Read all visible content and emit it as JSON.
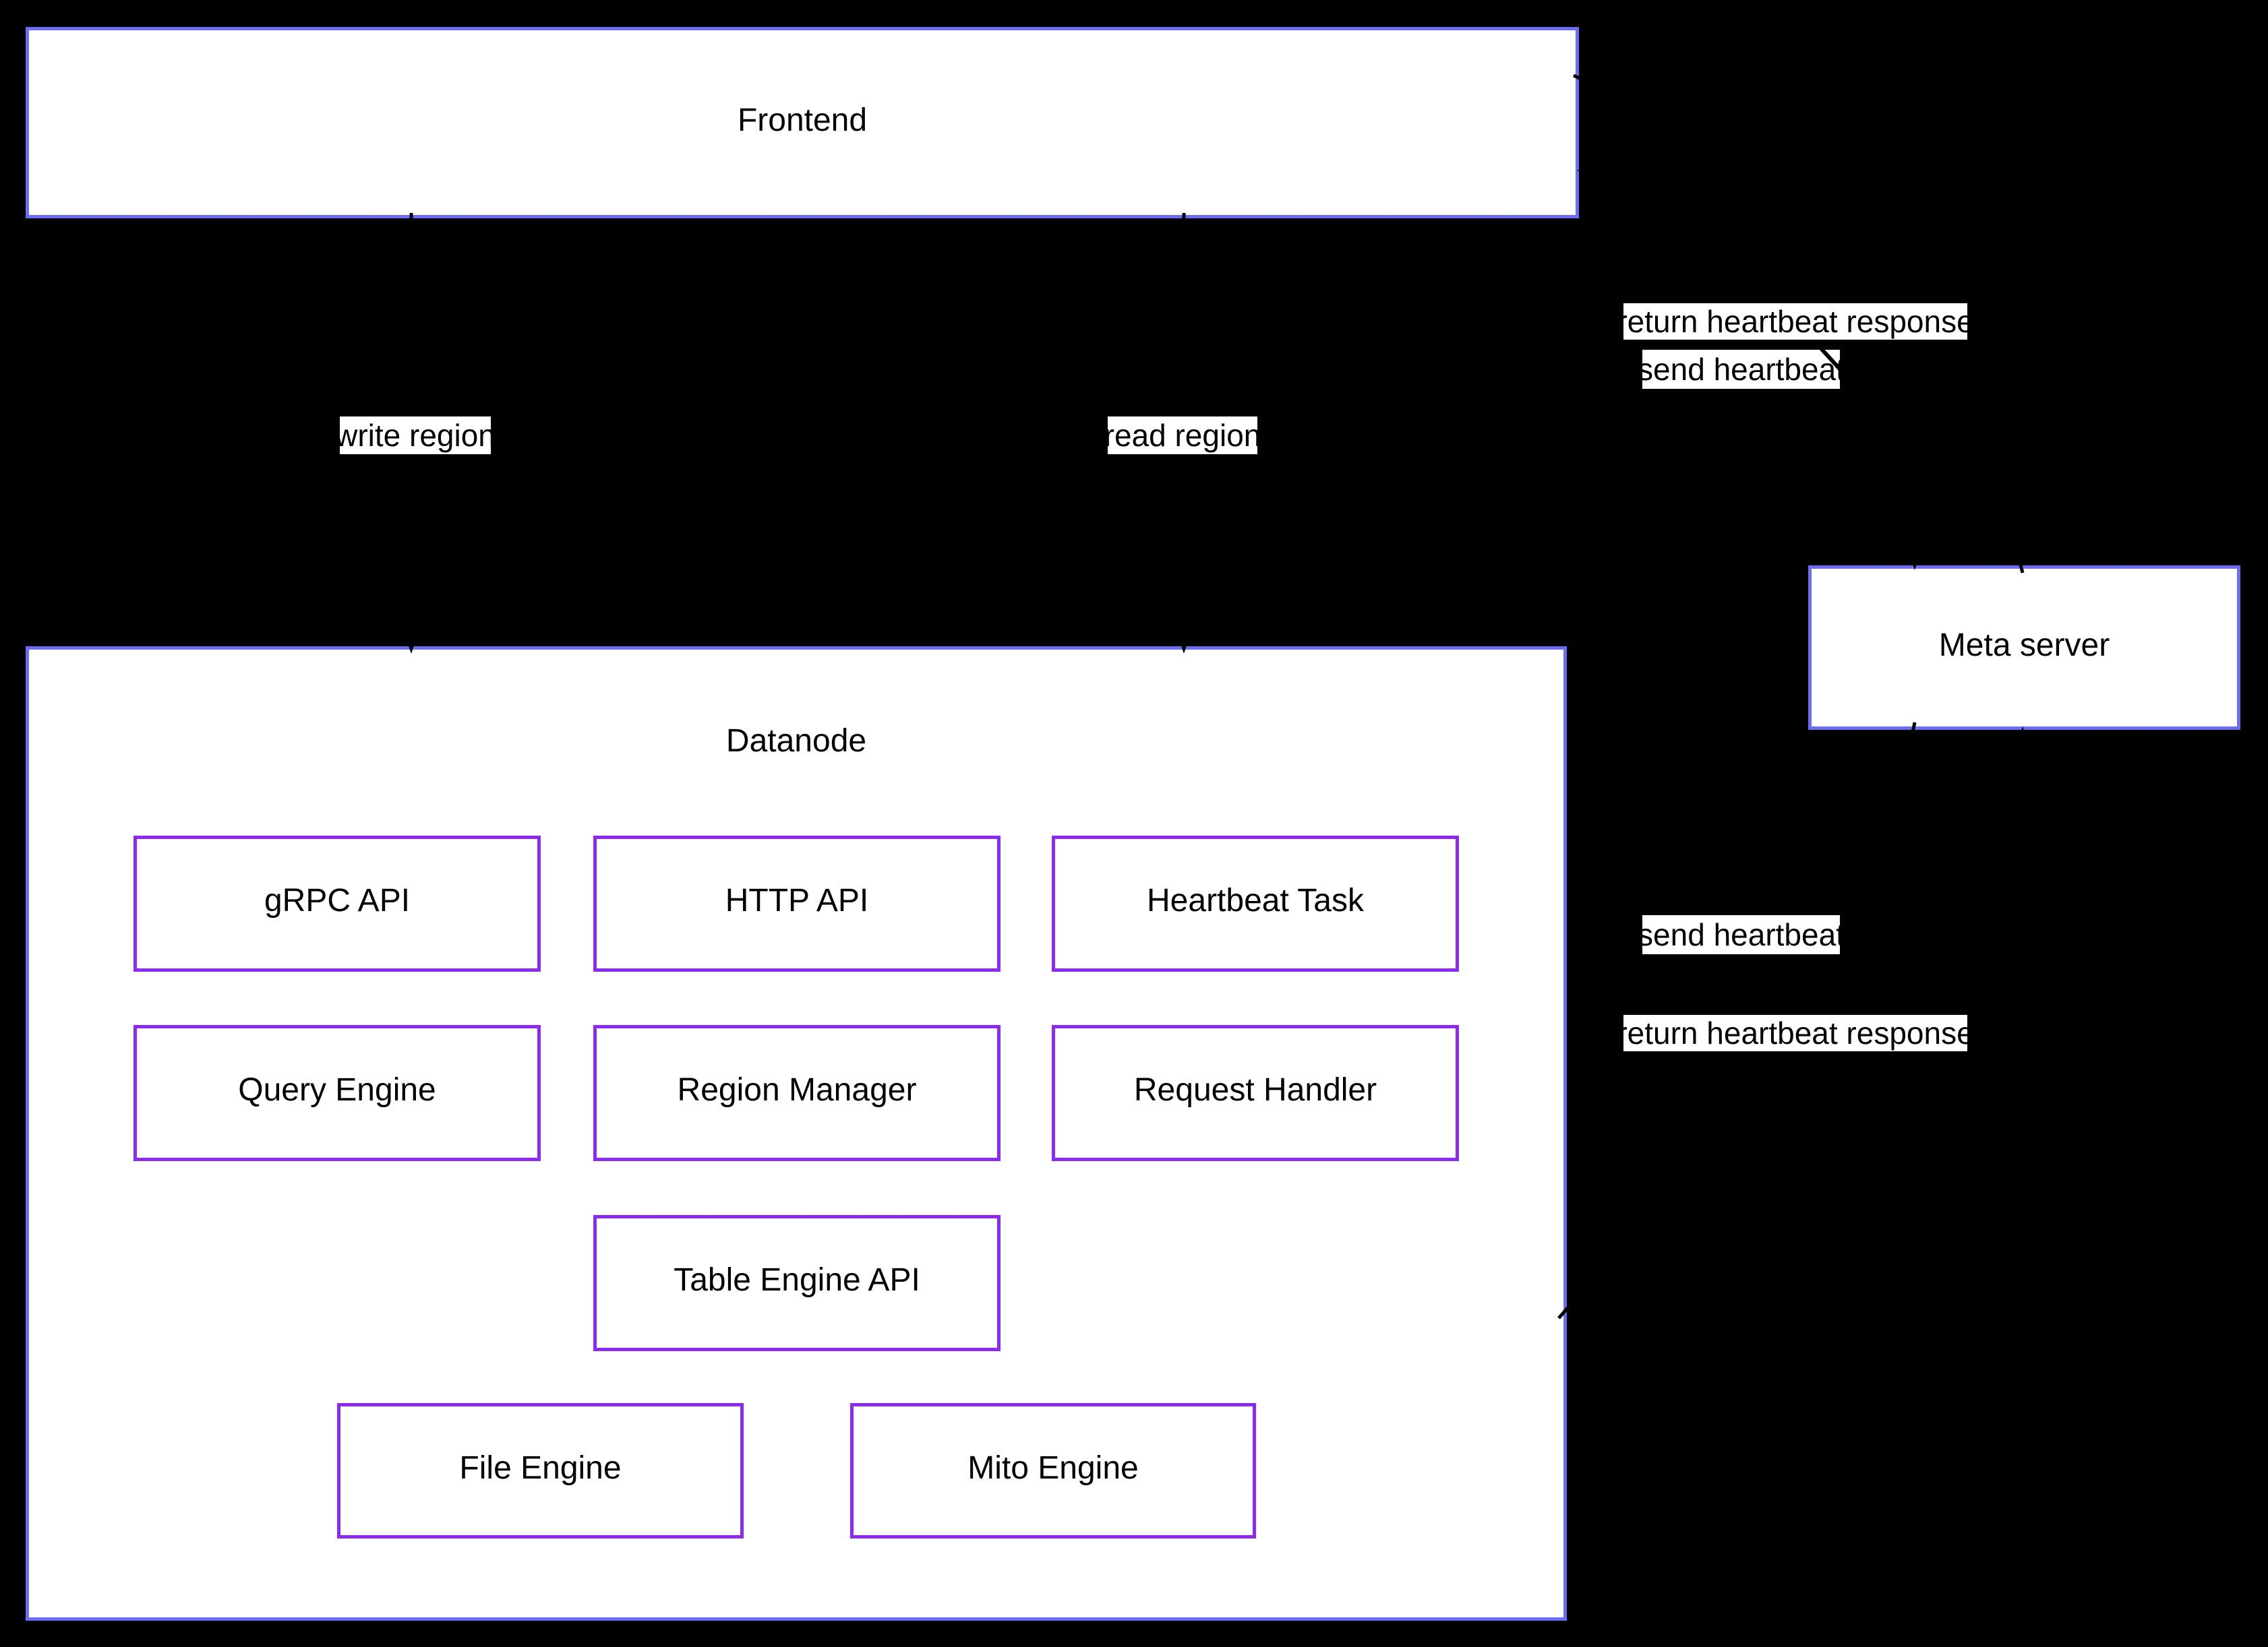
{
  "colors": {
    "background": "#000000",
    "outer_node_border": "#6c6cf5",
    "inner_node_border": "#8b2bf1",
    "node_fill": "#ffffff",
    "node_text": "#000000",
    "edge_label_background": "#ffffff",
    "edge_line": "#000000"
  },
  "nodes": {
    "frontend": {
      "label": "Frontend"
    },
    "metasrv": {
      "label": "Meta server"
    },
    "datanode": {
      "label": "Datanode"
    },
    "grpc_api": {
      "label": "gRPC API"
    },
    "http_api": {
      "label": "HTTP API"
    },
    "heartbeat_task": {
      "label": "Heartbeat Task"
    },
    "query_engine": {
      "label": "Query Engine"
    },
    "region_manager": {
      "label": "Region Manager"
    },
    "request_handler": {
      "label": "Request Handler"
    },
    "table_engine_api": {
      "label": "Table Engine API"
    },
    "file_engine": {
      "label": "File Engine"
    },
    "mito_engine": {
      "label": "Mito Engine"
    }
  },
  "edges": {
    "write_region": {
      "label": "write region"
    },
    "read_region": {
      "label": "read region"
    },
    "send_heartbeat_top": {
      "label": "send heartbeat"
    },
    "return_heartbeat_top": {
      "label": "return heartbeat response"
    },
    "send_heartbeat_bottom": {
      "label": "send heartbeat"
    },
    "return_heartbeat_bottom": {
      "label": "return heartbeat response"
    }
  }
}
